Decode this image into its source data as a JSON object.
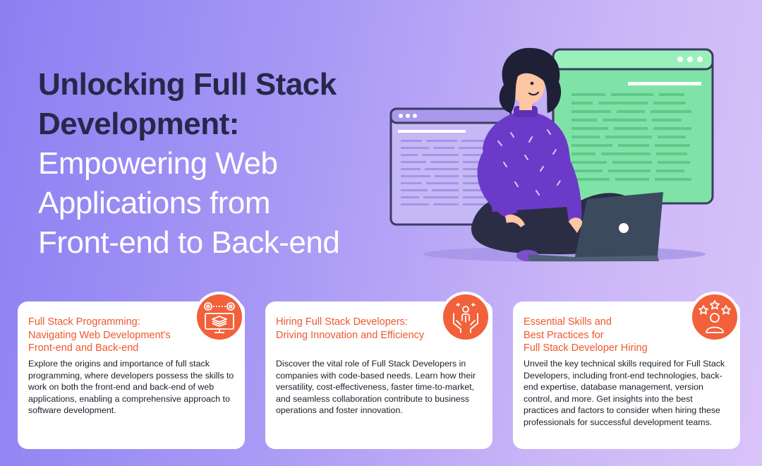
{
  "hero": {
    "title_bold_line1": "Unlocking Full Stack",
    "title_bold_line2": "Development:",
    "title_light_line1": "Empowering Web",
    "title_light_line2": "Applications from",
    "title_light_line3": "Front-end to Back-end"
  },
  "colors": {
    "accent": "#f2613a",
    "title_dark": "#26284a",
    "background_start": "#8d7ff2",
    "background_end": "#d9c3f9"
  },
  "cards": [
    {
      "title_lines": [
        "Full Stack Programming:",
        "Navigating Web Development's",
        "Front-end and Back-end"
      ],
      "text": "Explore the origins and importance of full stack programming, where developers possess the skills to work on both the front-end and back-end of web applications, enabling a comprehensive approach to software development.",
      "icon": "gears-layers-icon"
    },
    {
      "title_lines": [
        "Hiring Full Stack Developers:",
        "Driving Innovation and Efficiency"
      ],
      "text": "Discover the vital role of Full Stack Developers in companies with code-based needs. Learn how their versatility, cost-effectiveness, faster time-to-market, and seamless collaboration contribute to business operations and foster innovation.",
      "icon": "hands-person-icon"
    },
    {
      "title_lines": [
        "Essential Skills and",
        "Best Practices for",
        "Full Stack Developer Hiring"
      ],
      "text": "Unveil the key technical skills required for Full Stack Developers, including front-end technologies, back-end expertise, database management, version control, and more. Get insights into the best practices and factors to consider when hiring these professionals for successful development teams.",
      "icon": "user-stars-icon"
    }
  ]
}
